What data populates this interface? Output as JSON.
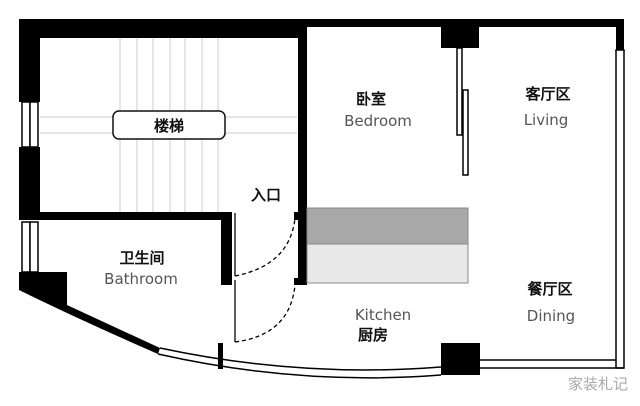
{
  "rooms": {
    "stairs": {
      "cn": "楼梯"
    },
    "entrance": {
      "cn": "入口"
    },
    "bathroom": {
      "cn": "卫生间",
      "en": "Bathroom"
    },
    "bedroom": {
      "cn": "卧室",
      "en": "Bedroom"
    },
    "living": {
      "cn": "客厅区",
      "en": "Living"
    },
    "kitchen": {
      "cn": "厨房",
      "en": "Kitchen"
    },
    "dining": {
      "cn": "餐厅区",
      "en": "Dining"
    }
  },
  "watermark": "家装札记",
  "colors": {
    "wall": "#000000",
    "counter_dark": "#a8a8a8",
    "counter_light": "#e8e8e8"
  }
}
